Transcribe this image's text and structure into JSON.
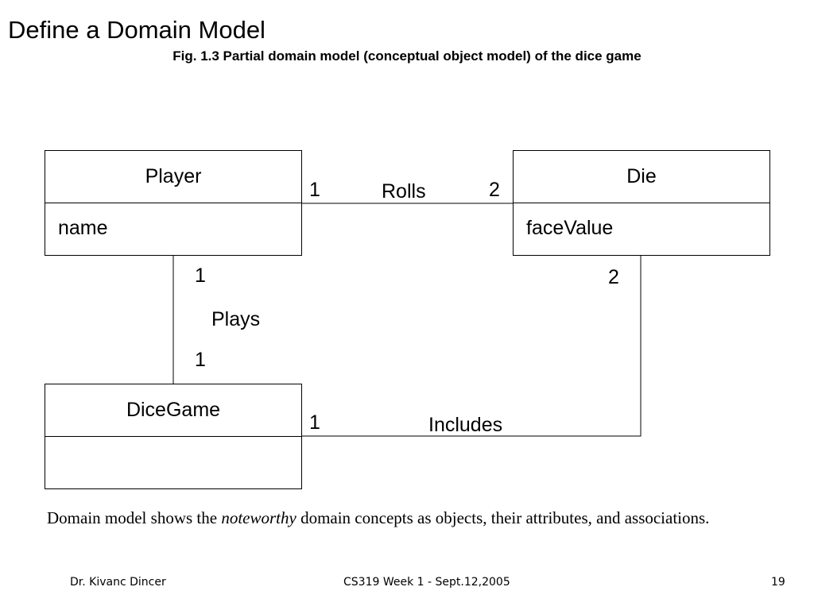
{
  "slide": {
    "title": "Define a Domain Model",
    "figure_caption": "Fig. 1.3 Partial domain model (conceptual object model) of the dice game"
  },
  "diagram": {
    "classes": {
      "player": {
        "name": "Player",
        "attribute": "name"
      },
      "die": {
        "name": "Die",
        "attribute": "faceValue"
      },
      "dicegame": {
        "name": "DiceGame",
        "attribute": ""
      }
    },
    "associations": {
      "rolls": {
        "label": "Rolls",
        "mult_player": "1",
        "mult_die": "2"
      },
      "plays": {
        "label": "Plays",
        "mult_player": "1",
        "mult_dicegame": "1"
      },
      "includes": {
        "label": "Includes",
        "mult_dicegame": "1",
        "mult_die": "2"
      }
    }
  },
  "text": {
    "before": "Domain model shows the ",
    "emphasis": "noteworthy",
    "after": " domain concepts as objects, their attributes, and associations."
  },
  "footer": {
    "author": "Dr. Kivanc Dincer",
    "course": "CS319 Week 1 - Sept.12,2005",
    "page_number": "19"
  }
}
